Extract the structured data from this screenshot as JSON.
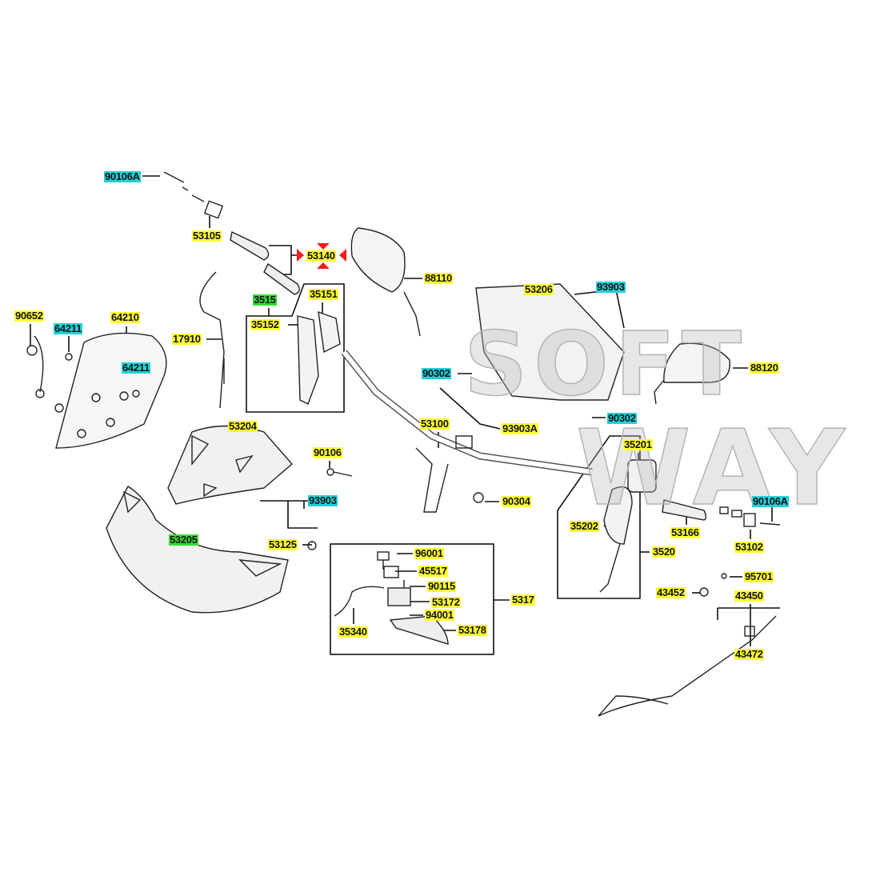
{
  "watermark": {
    "line1": "SOFT",
    "line2": "WAY"
  },
  "colors": {
    "yellow": "#ffff33",
    "cyan": "#22d0d8",
    "green": "#33dd33",
    "marker": "#ff1a1a"
  },
  "labels": {
    "l90106A_top": "90106A",
    "l53105": "53105",
    "l53140": "53140",
    "l88110": "88110",
    "l53206": "53206",
    "l93903_top": "93903",
    "l90652": "90652",
    "l64210": "64210",
    "l64211_a": "64211",
    "l64211_b": "64211",
    "l3515": "3515",
    "l35151": "35151",
    "l35152": "35152",
    "l17910": "17910",
    "l88120": "88120",
    "l90302_a": "90302",
    "l90302_b": "90302",
    "l93903A": "93903A",
    "l53100": "53100",
    "l53204": "53204",
    "l90106": "90106",
    "l93903_mid": "93903",
    "l53205": "53205",
    "l53125": "53125",
    "l90304": "90304",
    "l35201": "35201",
    "l35202": "35202",
    "l3520": "3520",
    "l53166": "53166",
    "l90106A_right": "90106A",
    "l53102": "53102",
    "l96001": "96001",
    "l45517": "45517",
    "l90115": "90115",
    "l53172": "53172",
    "l94001": "94001",
    "l53178": "53178",
    "l5317": "5317",
    "l35340": "35340",
    "l95701": "95701",
    "l43452": "43452",
    "l43450": "43450",
    "l43472": "43472"
  }
}
